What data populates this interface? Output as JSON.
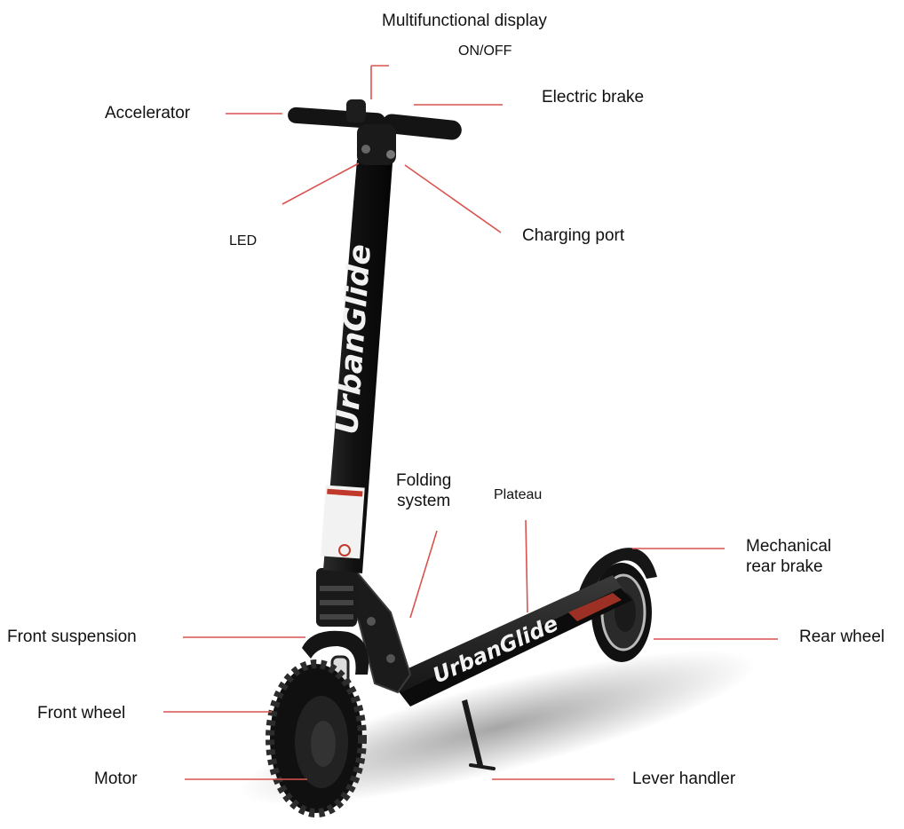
{
  "colors": {
    "leader_line": "#d9534f",
    "frame": "#151515",
    "frame_highlight": "#3a3a3a",
    "accent_red": "#c0392b",
    "label_text": "#111111",
    "background": "#ffffff"
  },
  "brand": {
    "stem_text": "UrbanGlide",
    "deck_text": "UrbanGlide"
  },
  "labels": {
    "multifunctional_display": "Multifunctional display",
    "on_off": "ON/OFF",
    "electric_brake": "Electric brake",
    "accelerator": "Accelerator",
    "led": "LED",
    "charging_port": "Charging port",
    "folding_system_line1": "Folding",
    "folding_system_line2": "system",
    "plateau": "Plateau",
    "mechanical_rear_brake_line1": "Mechanical",
    "mechanical_rear_brake_line2": "rear brake",
    "front_suspension": "Front suspension",
    "rear_wheel": "Rear wheel",
    "front_wheel": "Front wheel",
    "motor": "Motor",
    "lever_handler": "Lever handler"
  }
}
